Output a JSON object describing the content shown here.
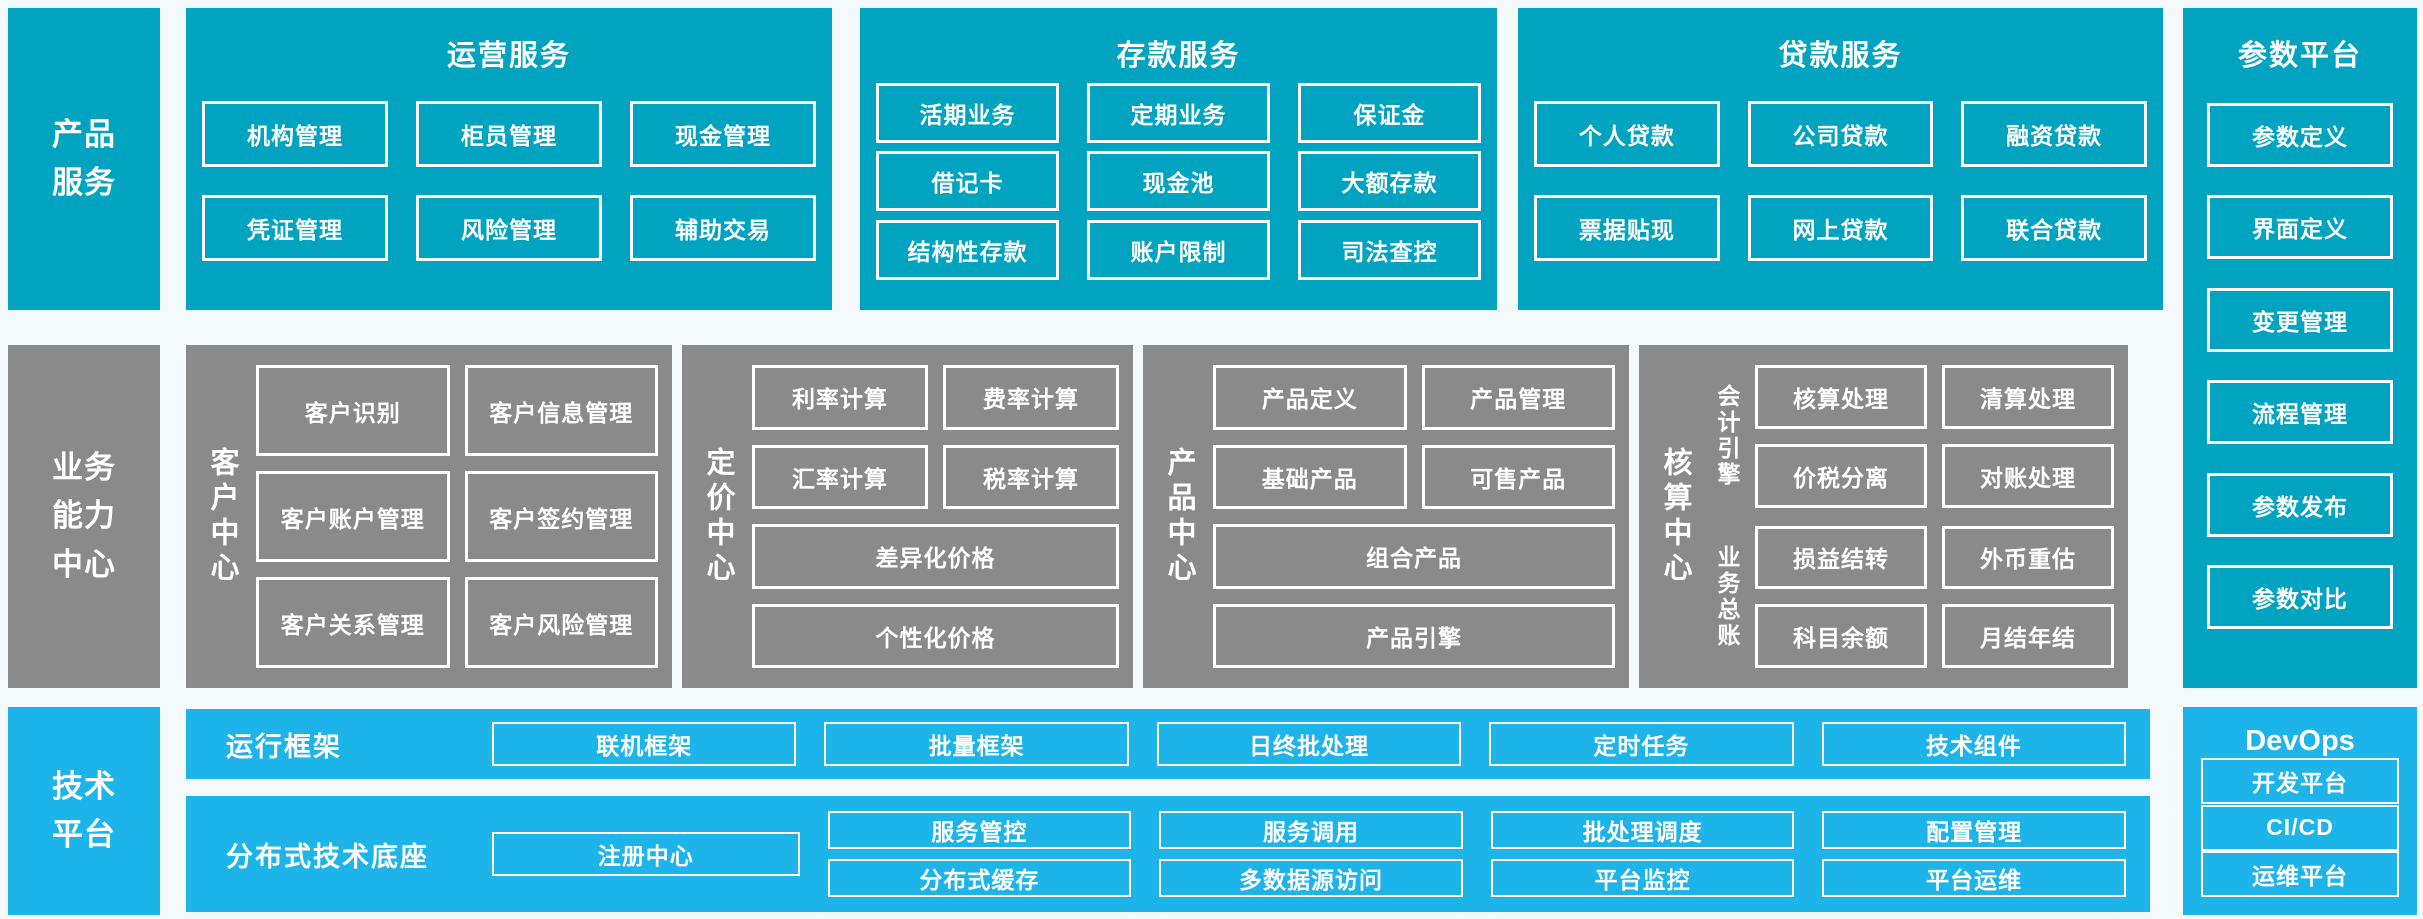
{
  "palette": {
    "teal": "#00a3c0",
    "gray": "#8a8a8a",
    "blue": "#1db4ea",
    "background": "#f4f9fb",
    "box_border": "#ffffff",
    "text": "#ffffff"
  },
  "left_rail": {
    "product": "产品\n服务",
    "business": "业务\n能力\n中心",
    "tech": "技术\n平台"
  },
  "service_blocks": [
    {
      "title": "运营服务",
      "rows": [
        [
          "机构管理",
          "柜员管理",
          "现金管理"
        ],
        [
          "凭证管理",
          "风险管理",
          "辅助交易"
        ]
      ]
    },
    {
      "title": "存款服务",
      "rows": [
        [
          "活期业务",
          "定期业务",
          "保证金"
        ],
        [
          "借记卡",
          "现金池",
          "大额存款"
        ],
        [
          "结构性存款",
          "账户限制",
          "司法查控"
        ]
      ]
    },
    {
      "title": "贷款服务",
      "rows": [
        [
          "个人贷款",
          "公司贷款",
          "融资贷款"
        ],
        [
          "票据贴现",
          "网上贷款",
          "联合贷款"
        ]
      ]
    }
  ],
  "parameter_platform": {
    "title": "参数平台",
    "items": [
      "参数定义",
      "界面定义",
      "变更管理",
      "流程管理",
      "参数发布",
      "参数对比"
    ]
  },
  "capability_panels": {
    "customer": {
      "title": "客户中心",
      "boxes": [
        "客户识别",
        "客户信息管理",
        "客户账户管理",
        "客户签约管理",
        "客户关系管理",
        "客户风险管理"
      ]
    },
    "pricing": {
      "title": "定价中心",
      "boxes": [
        "利率计算",
        "费率计算",
        "汇率计算",
        "税率计算"
      ],
      "wide_boxes": [
        "差异化价格",
        "个性化价格"
      ]
    },
    "product": {
      "title": "产品中心",
      "boxes": [
        "产品定义",
        "产品管理",
        "基础产品",
        "可售产品"
      ],
      "wide_boxes": [
        "组合产品",
        "产品引擎"
      ]
    },
    "accounting": {
      "title": "核算中心",
      "groups": [
        {
          "label": "会计引擎",
          "boxes": [
            "核算处理",
            "清算处理",
            "价税分离",
            "对账处理"
          ]
        },
        {
          "label": "业务总账",
          "boxes": [
            "损益结转",
            "外币重估",
            "科目余额",
            "月结年结"
          ]
        }
      ]
    }
  },
  "runtime_framework": {
    "label": "运行框架",
    "items": [
      "联机框架",
      "批量框架",
      "日终批处理",
      "定时任务",
      "技术组件"
    ]
  },
  "distributed_base": {
    "label": "分布式技术底座",
    "registry": "注册中心",
    "columns": [
      [
        "服务管控",
        "分布式缓存"
      ],
      [
        "服务调用",
        "多数据源访问"
      ],
      [
        "批处理调度",
        "平台监控"
      ],
      [
        "配置管理",
        "平台运维"
      ]
    ]
  },
  "devops": {
    "title": "DevOps",
    "items": [
      "开发平台",
      "CI/CD",
      "运维平台"
    ]
  }
}
